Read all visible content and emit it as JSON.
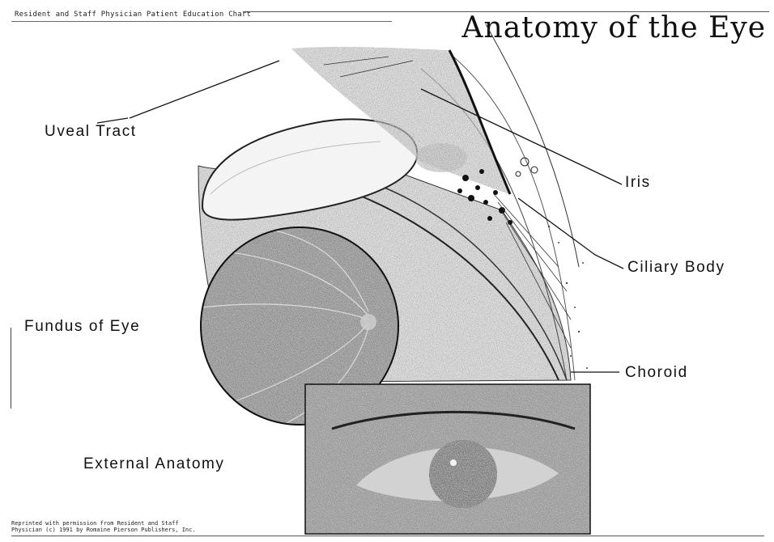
{
  "header": {
    "caption": "Resident and Staff Physician Patient Education Chart",
    "title": "Anatomy of the Eye"
  },
  "labels": {
    "uveal_tract": "Uveal Tract",
    "iris": "Iris",
    "ciliary_body": "Ciliary Body",
    "fundus": "Fundus of Eye",
    "choroid": "Choroid",
    "external_anatomy": "External Anatomy"
  },
  "footer": {
    "credit_line_1": "Reprinted with permission from Resident and Staff",
    "credit_line_2": "Physician (c) 1991 by Romaine Pierson Publishers, Inc."
  }
}
